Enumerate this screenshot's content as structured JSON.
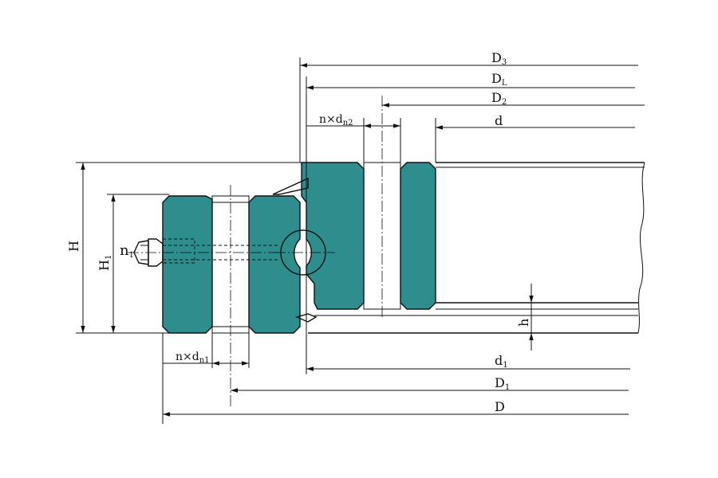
{
  "colors": {
    "ring_fill": "#2e8e8e",
    "line": "#111111",
    "background": "#ffffff"
  },
  "labels": {
    "D3": {
      "main": "D",
      "sub": "3"
    },
    "DL": {
      "main": "D",
      "sub": "L"
    },
    "D2": {
      "main": "D",
      "sub": "2"
    },
    "d_top": {
      "main": "d",
      "sub": ""
    },
    "n_dn2": {
      "main": "n×d",
      "sub": "n2"
    },
    "H": {
      "main": "H",
      "sub": ""
    },
    "H1": {
      "main": "H",
      "sub": "1"
    },
    "n1": {
      "main": "n",
      "sub": "1"
    },
    "h": {
      "main": "h",
      "sub": ""
    },
    "n_dn1": {
      "main": "n×d",
      "sub": "n1"
    },
    "d1": {
      "main": "d",
      "sub": "1"
    },
    "D1": {
      "main": "D",
      "sub": "1"
    },
    "D": {
      "main": "D",
      "sub": ""
    }
  },
  "icons": [
    "bolt-icon",
    "ball-bearing-icon",
    "arrow-icon"
  ]
}
